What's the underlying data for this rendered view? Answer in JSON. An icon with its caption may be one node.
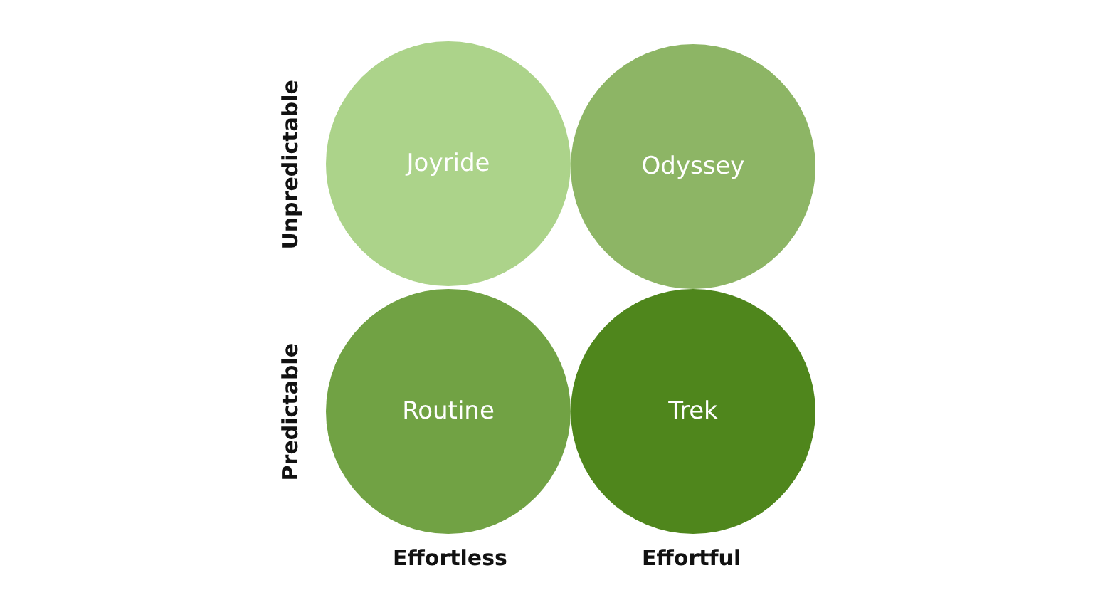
{
  "diagram": {
    "nodes": [
      {
        "text": [
          "Joyride"
        ]
      },
      {
        "text": [
          "Odyssey"
        ]
      },
      {
        "text": [
          "Routine"
        ]
      },
      {
        "text": [
          "Trek"
        ]
      }
    ],
    "labels": [
      "Unpredictable",
      "Predictable",
      "Effortless",
      "Effortful"
    ]
  }
}
